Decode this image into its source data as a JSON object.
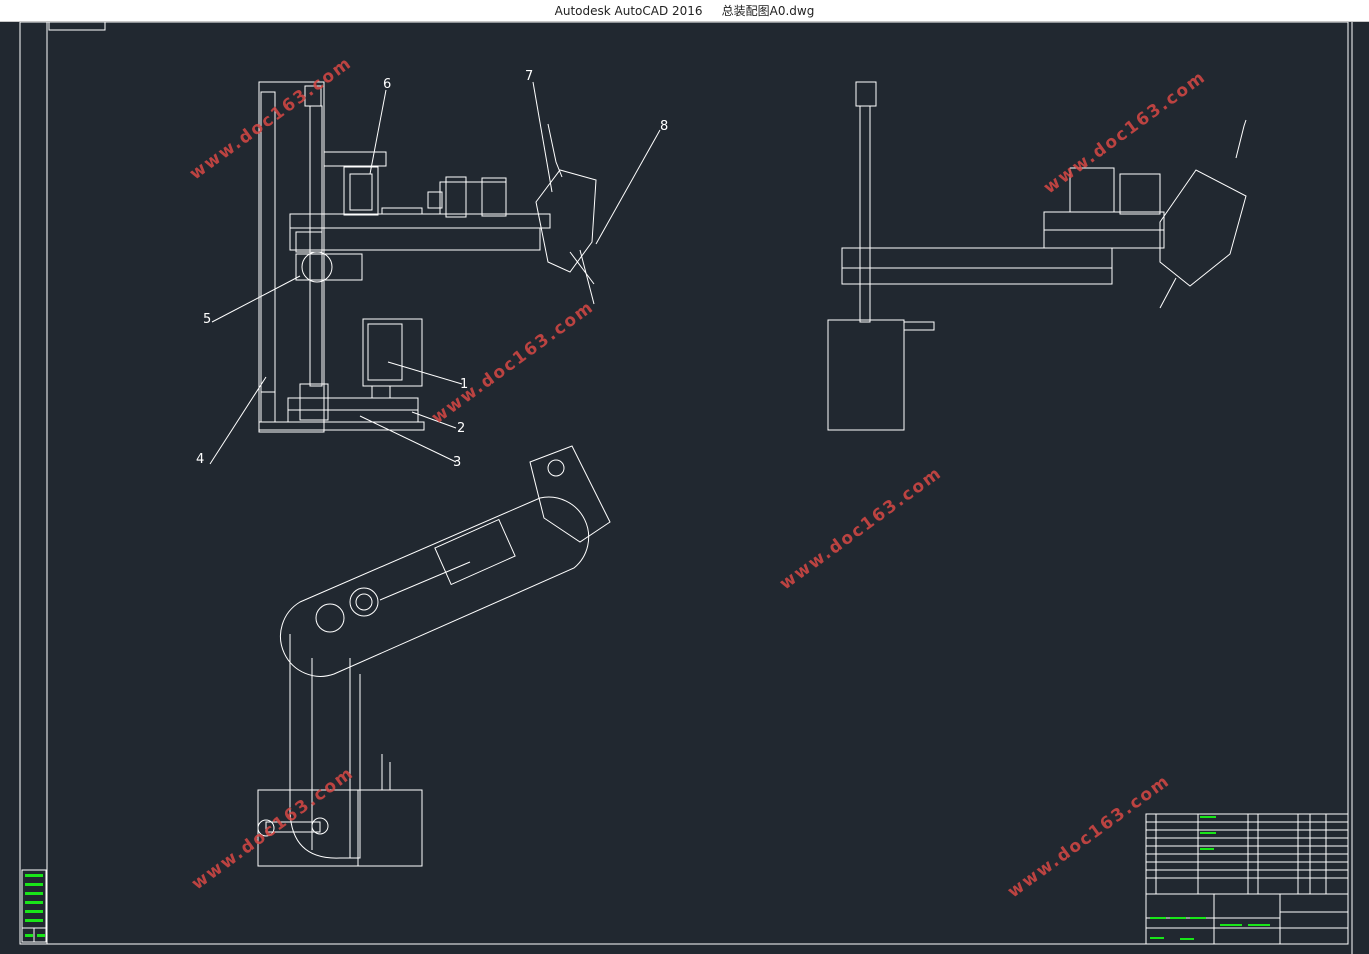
{
  "window": {
    "title": "Autodesk AutoCAD 2016     总装配图A0.dwg"
  },
  "drawing": {
    "part_labels": [
      "1",
      "2",
      "3",
      "4",
      "5",
      "6",
      "7",
      "8"
    ],
    "watermark": "www.doc163.com",
    "colors": {
      "background": "#212830",
      "line": "#ffffff",
      "highlight": "#19e619",
      "watermark": "#d74844"
    }
  }
}
